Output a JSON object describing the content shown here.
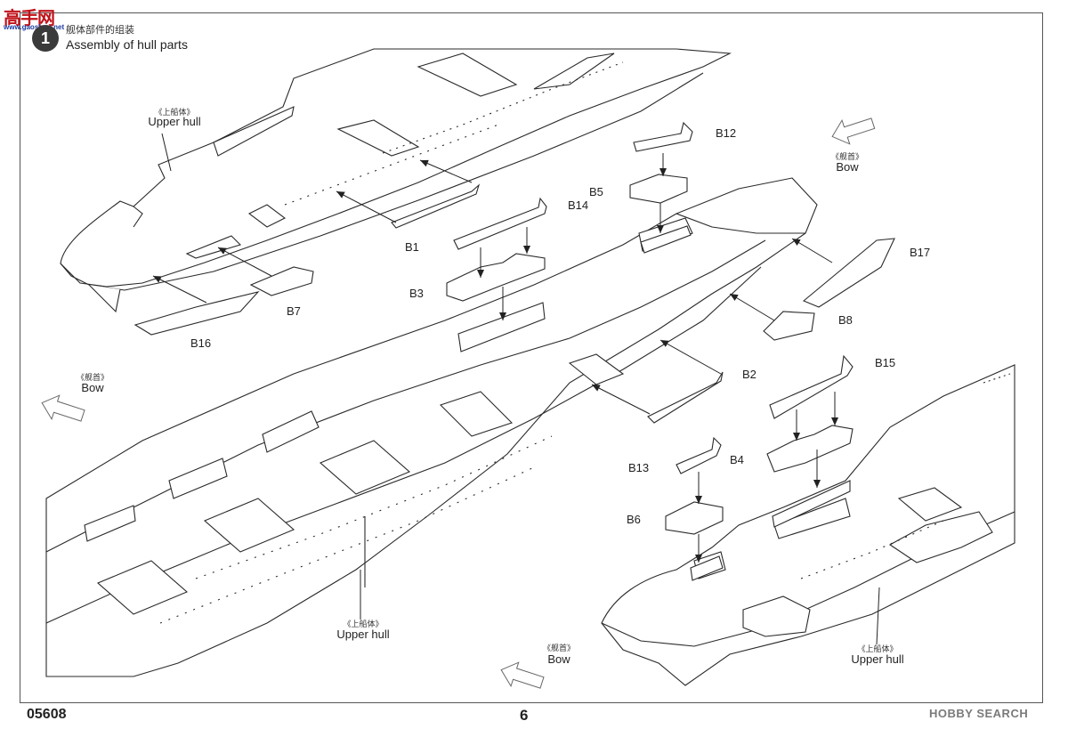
{
  "logo": {
    "text": "高手网",
    "url_text": "www.gaoshou.net"
  },
  "step": {
    "number": "1",
    "title_cn": "舰体部件的组装",
    "title_en": "Assembly of hull parts"
  },
  "part_labels": [
    "B12",
    "B5",
    "B14",
    "B1",
    "B3",
    "B7",
    "B16",
    "B17",
    "B8",
    "B2",
    "B15",
    "B13",
    "B4",
    "B6"
  ],
  "callouts": [
    {
      "cn": "《上船体》",
      "en": "Upper hull"
    },
    {
      "cn": "《舰首》",
      "en": "Bow"
    },
    {
      "cn": "《舰首》",
      "en": "Bow"
    },
    {
      "cn": "《上船体》",
      "en": "Upper hull"
    },
    {
      "cn": "《舰首》",
      "en": "Bow"
    },
    {
      "cn": "《上船体》",
      "en": "Upper hull"
    }
  ],
  "footer": {
    "code": "05608",
    "page": "6"
  },
  "watermark": {
    "text": "HOBBY SEARCH"
  },
  "colors": {
    "line": "#2a2a2a",
    "fill": "#ffffff",
    "accent": "#c0121a"
  }
}
